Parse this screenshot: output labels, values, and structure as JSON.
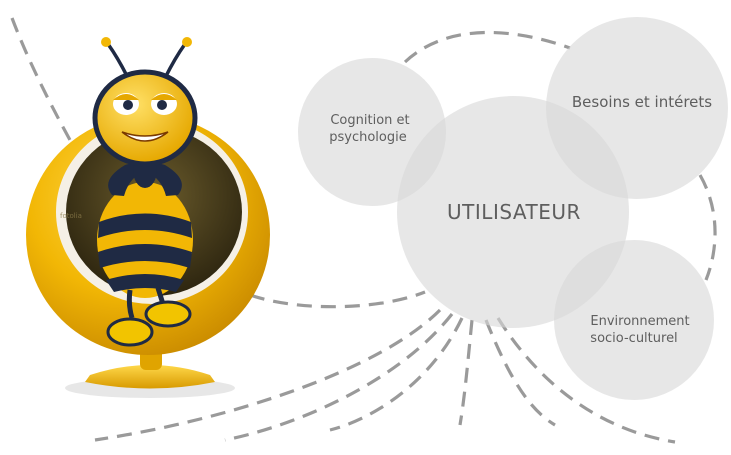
{
  "diagram": {
    "center_label": "UTILISATEUR",
    "nodes": [
      {
        "id": "cognition",
        "lines": [
          "Cognition et",
          "psychologie"
        ]
      },
      {
        "id": "besoins",
        "lines": [
          "Besoins et intérets"
        ]
      },
      {
        "id": "environnement",
        "lines": [
          "Environnement",
          "socio-culturel"
        ]
      }
    ]
  },
  "illustration": {
    "subject": "cartoon bee sitting in a yellow egg chair",
    "watermark": "fotolia"
  },
  "colors": {
    "circle_fill": "#d9d9d9",
    "dash_stroke": "#9a9a9a",
    "text": "#5e5e5e",
    "chair_yellow": "#f2b705",
    "bee_navy": "#1f2a44"
  }
}
